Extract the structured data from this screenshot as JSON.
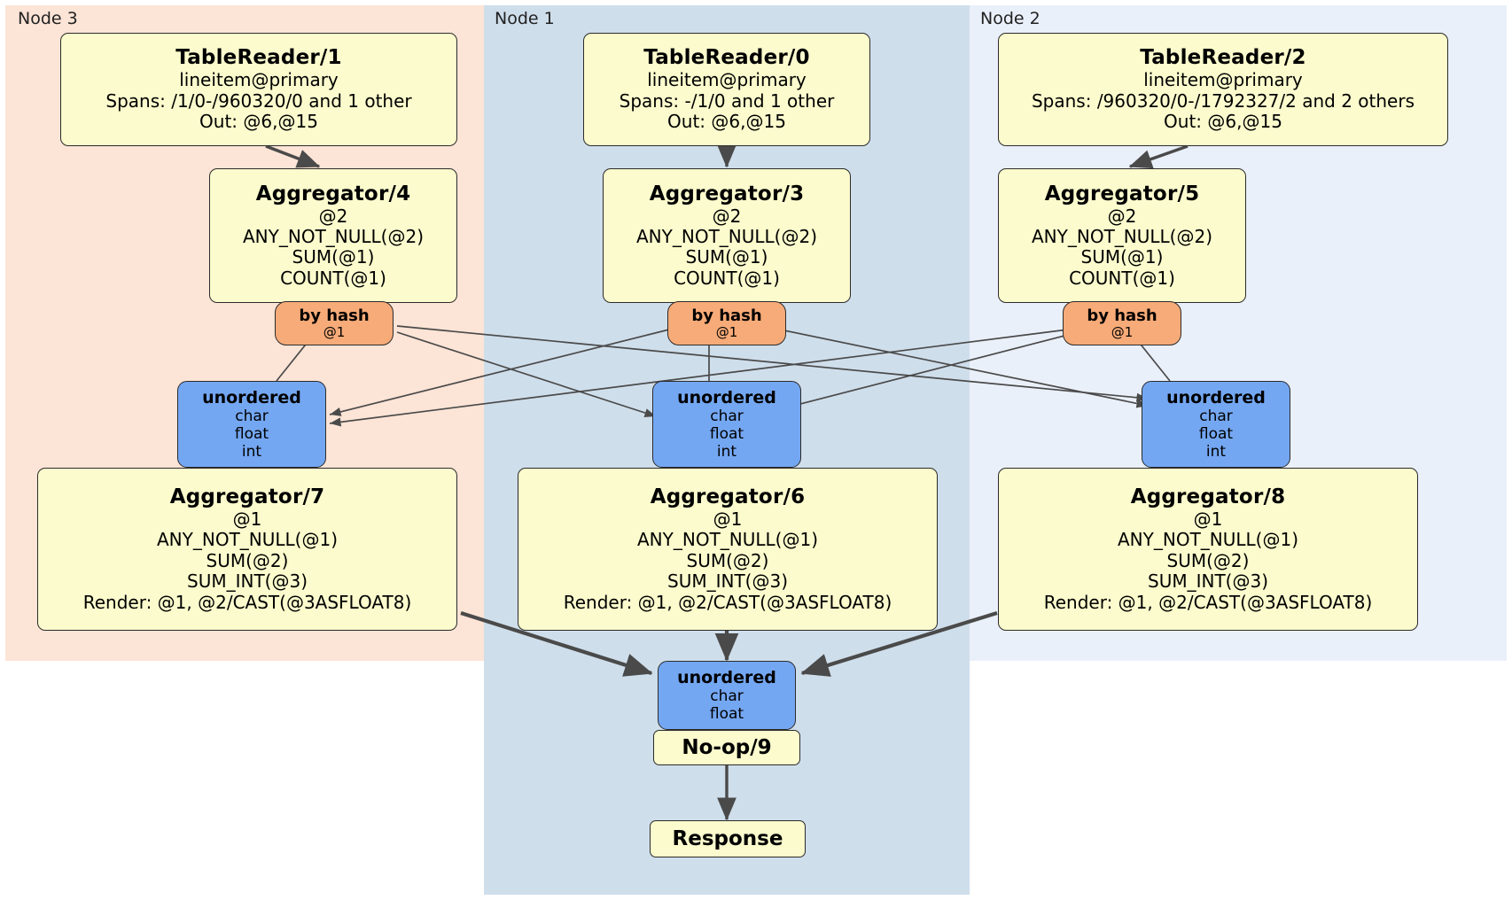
{
  "diagram": {
    "title": "Distributed query execution plan",
    "colors": {
      "node3_bg": "#fce4d6",
      "node1_bg": "#cfdeeb",
      "node2_bg": "#eaf0fa",
      "processor_fill": "#fbfbcd",
      "router_fill": "#f7ab78",
      "receiver_fill": "#74a7f2",
      "edge": "#4a4a4a",
      "border": "#2b2b2b"
    }
  },
  "nodes": [
    {
      "label": "Node 3"
    },
    {
      "label": "Node 1"
    },
    {
      "label": "Node 2"
    }
  ],
  "table_readers": [
    {
      "title": "TableReader/1",
      "table": "lineitem@primary",
      "spans": "Spans: /1/0-/960320/0 and 1 other",
      "out": "Out: @6,@15"
    },
    {
      "title": "TableReader/0",
      "table": "lineitem@primary",
      "spans": "Spans: -/1/0 and 1 other",
      "out": "Out: @6,@15"
    },
    {
      "title": "TableReader/2",
      "table": "lineitem@primary",
      "spans": "Spans: /960320/0-/1792327/2 and 2 others",
      "out": "Out: @6,@15"
    }
  ],
  "aggregators_stage1": [
    {
      "title": "Aggregator/4",
      "group": "@2",
      "aggs": [
        "ANY_NOT_NULL(@2)",
        "SUM(@1)",
        "COUNT(@1)"
      ]
    },
    {
      "title": "Aggregator/3",
      "group": "@2",
      "aggs": [
        "ANY_NOT_NULL(@2)",
        "SUM(@1)",
        "COUNT(@1)"
      ]
    },
    {
      "title": "Aggregator/5",
      "group": "@2",
      "aggs": [
        "ANY_NOT_NULL(@2)",
        "SUM(@1)",
        "COUNT(@1)"
      ]
    }
  ],
  "routers": [
    {
      "title": "by hash",
      "col": "@1"
    },
    {
      "title": "by hash",
      "col": "@1"
    },
    {
      "title": "by hash",
      "col": "@1"
    }
  ],
  "receivers_stage1": [
    {
      "title": "unordered",
      "types": [
        "char",
        "float",
        "int"
      ]
    },
    {
      "title": "unordered",
      "types": [
        "char",
        "float",
        "int"
      ]
    },
    {
      "title": "unordered",
      "types": [
        "char",
        "float",
        "int"
      ]
    }
  ],
  "aggregators_stage2": [
    {
      "title": "Aggregator/7",
      "group": "@1",
      "aggs": [
        "ANY_NOT_NULL(@1)",
        "SUM(@2)",
        "SUM_INT(@3)"
      ],
      "render": "Render: @1, @2/CAST(@3ASFLOAT8)"
    },
    {
      "title": "Aggregator/6",
      "group": "@1",
      "aggs": [
        "ANY_NOT_NULL(@1)",
        "SUM(@2)",
        "SUM_INT(@3)"
      ],
      "render": "Render: @1, @2/CAST(@3ASFLOAT8)"
    },
    {
      "title": "Aggregator/8",
      "group": "@1",
      "aggs": [
        "ANY_NOT_NULL(@1)",
        "SUM(@2)",
        "SUM_INT(@3)"
      ],
      "render": "Render: @1, @2/CAST(@3ASFLOAT8)"
    }
  ],
  "final_receiver": {
    "title": "unordered",
    "types": [
      "char",
      "float"
    ]
  },
  "noop": {
    "label": "No-op/9"
  },
  "response": {
    "label": "Response"
  }
}
